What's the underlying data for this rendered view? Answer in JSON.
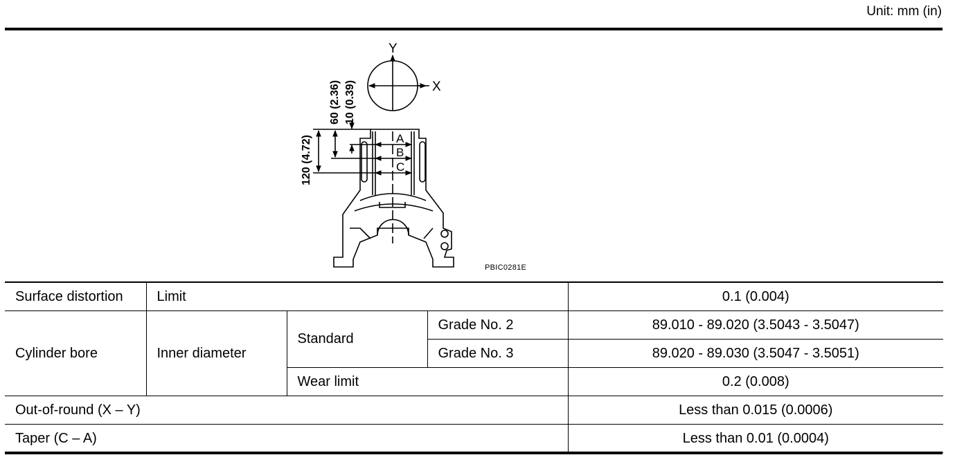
{
  "unit_note": "Unit: mm (in)",
  "figure": {
    "axis_y": "Y",
    "axis_x": "X",
    "dim_total": "120 (4.72)",
    "dim_mid": "60 (2.36)",
    "dim_top": "10 (0.39)",
    "level_a": "A",
    "level_b": "B",
    "level_c": "C",
    "code": "PBIC0281E"
  },
  "table": {
    "surface_distortion": {
      "label": "Surface distortion",
      "sub": "Limit",
      "value": "0.1 (0.004)"
    },
    "cylinder_bore": {
      "label": "Cylinder bore",
      "inner_diameter": "Inner diameter",
      "standard": "Standard",
      "grade2_label": "Grade No. 2",
      "grade2_value": "89.010 - 89.020 (3.5043 - 3.5047)",
      "grade3_label": "Grade No. 3",
      "grade3_value": "89.020 - 89.030 (3.5047 - 3.5051)",
      "wear_limit_label": "Wear limit",
      "wear_limit_value": "0.2 (0.008)"
    },
    "out_of_round": {
      "label": "Out-of-round (X – Y)",
      "value": "Less than 0.015 (0.0006)"
    },
    "taper": {
      "label": "Taper (C – A)",
      "value": "Less than 0.01 (0.0004)"
    }
  }
}
